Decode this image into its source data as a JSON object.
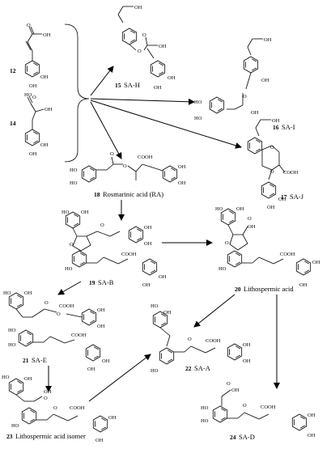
{
  "compounds": [
    {
      "id": "c12",
      "number": "12",
      "name": ""
    },
    {
      "id": "c14",
      "number": "14",
      "name": ""
    },
    {
      "id": "c15",
      "number": "15",
      "name": "SA-H"
    },
    {
      "id": "c16",
      "number": "16",
      "name": "SA-I"
    },
    {
      "id": "c17",
      "number": "17",
      "name": "SA-J"
    },
    {
      "id": "c18",
      "number": "18",
      "name": "Rosmarinic acid (RA)"
    },
    {
      "id": "c19",
      "number": "19",
      "name": "SA-B"
    },
    {
      "id": "c20",
      "number": "20",
      "name": "Lithospermic  acid"
    },
    {
      "id": "c21",
      "number": "21",
      "name": "SA-E"
    },
    {
      "id": "c22",
      "number": "22",
      "name": "SA-A"
    },
    {
      "id": "c23",
      "number": "23",
      "name": "Lithospermic  acid isomer"
    },
    {
      "id": "c24",
      "number": "24",
      "name": "SA-D"
    }
  ],
  "atom_labels": {
    "OH": "OH",
    "HO": "HO",
    "O": "O",
    "COOH": "COOH"
  },
  "arrows": [
    {
      "from": "12+14",
      "to": "15"
    },
    {
      "from": "12+14",
      "to": "16"
    },
    {
      "from": "12+14",
      "to": "17"
    },
    {
      "from": "12+14",
      "to": "18"
    },
    {
      "from": "18",
      "to": "19"
    },
    {
      "from": "19",
      "to": "20"
    },
    {
      "from": "19",
      "to": "21"
    },
    {
      "from": "21",
      "to": "23"
    },
    {
      "from": "23",
      "to": "22"
    },
    {
      "from": "20",
      "to": "22"
    },
    {
      "from": "20",
      "to": "24"
    }
  ],
  "colors": {
    "ink": "#000000",
    "background": "#ffffff"
  }
}
